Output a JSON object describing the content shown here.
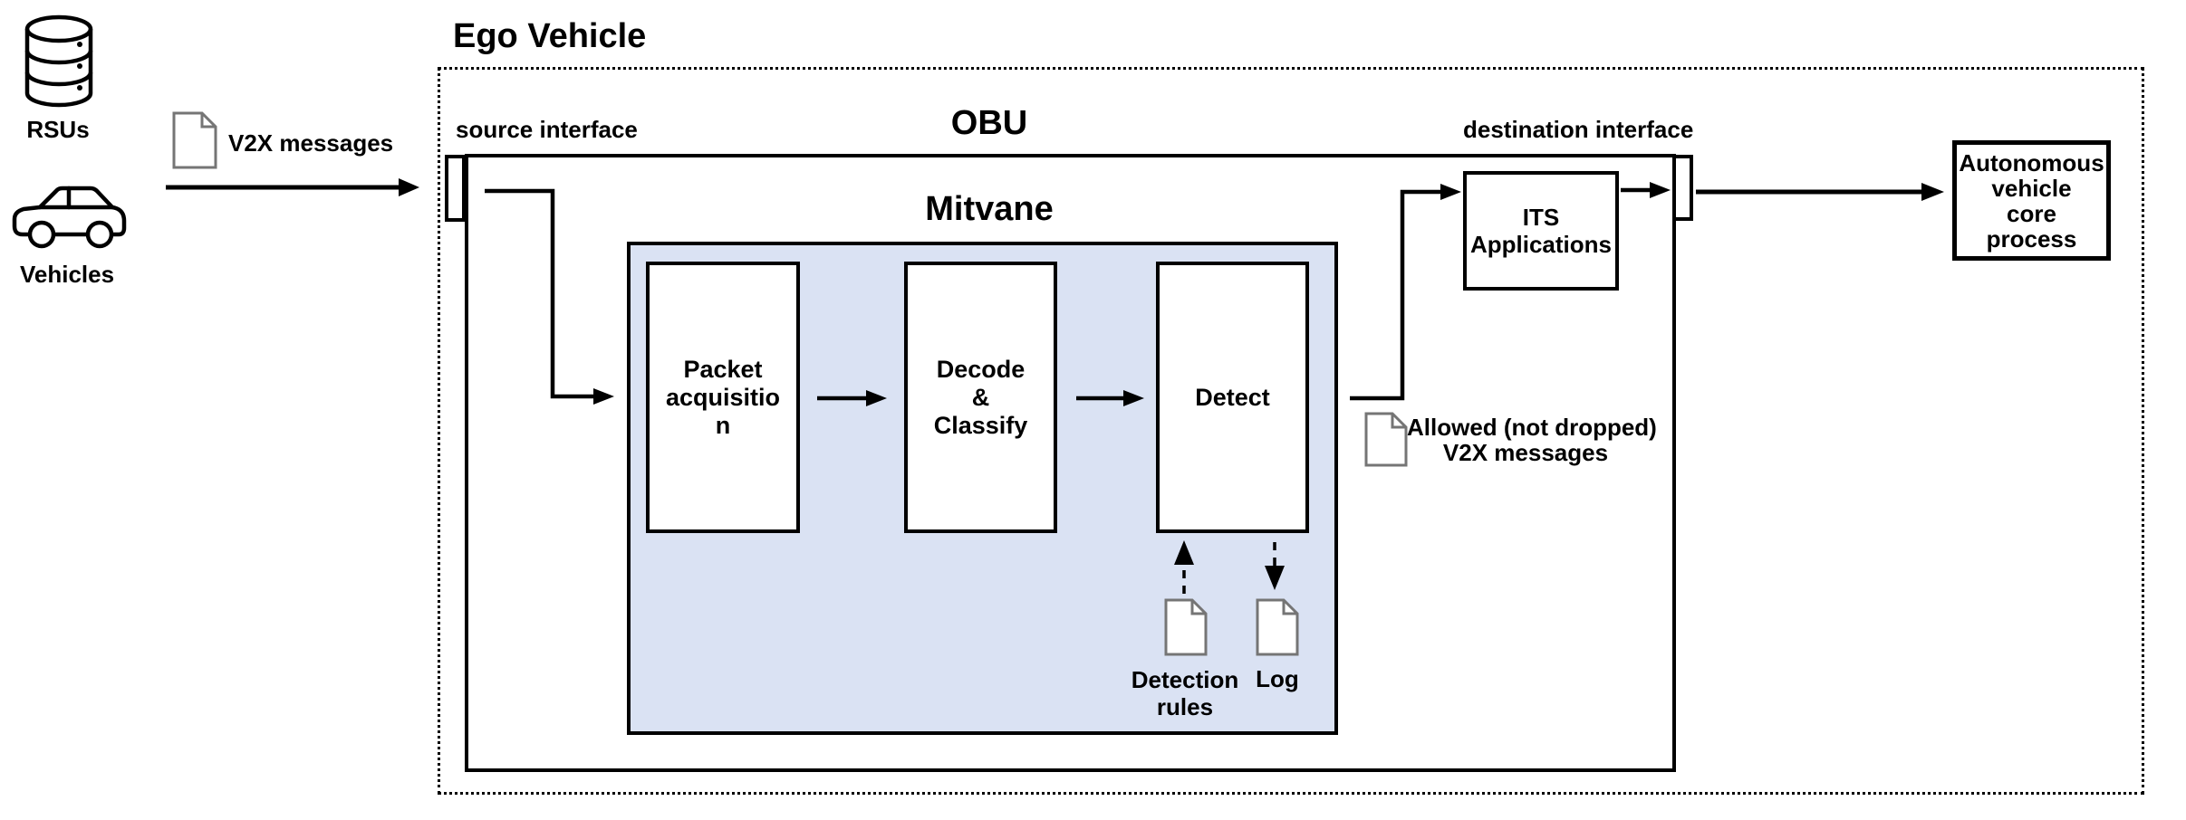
{
  "colors": {
    "mitvane_fill": "#dae2f3",
    "doc_stroke": "#757575",
    "line": "#000000"
  },
  "external": {
    "rsus_label": "RSUs",
    "vehicles_label": "Vehicles",
    "v2x_label": "V2X messages"
  },
  "ego_vehicle": {
    "title": "Ego Vehicle",
    "obu": {
      "title": "OBU",
      "source_interface_label": "source interface",
      "destination_interface_label": "destination interface",
      "mitvane": {
        "title": "Mitvane",
        "stages": [
          {
            "id": "packet-acquisition",
            "lines": [
              "Packet",
              "acquisitio",
              "n"
            ]
          },
          {
            "id": "decode-classify",
            "lines": [
              "Decode",
              "&",
              "Classify"
            ]
          },
          {
            "id": "detect",
            "lines": [
              "Detect"
            ]
          }
        ],
        "artifacts": [
          {
            "id": "detection-rules",
            "lines": [
              "Detection",
              "rules"
            ]
          },
          {
            "id": "log",
            "lines": [
              "Log"
            ]
          }
        ]
      },
      "its_applications": {
        "lines": [
          "ITS",
          "Applications"
        ]
      }
    },
    "allowed_messages": {
      "lines": [
        "Allowed (not dropped)",
        "V2X messages"
      ]
    },
    "autonomous_core": {
      "lines": [
        "Autonomous",
        "vehicle",
        "core",
        "process"
      ]
    }
  }
}
